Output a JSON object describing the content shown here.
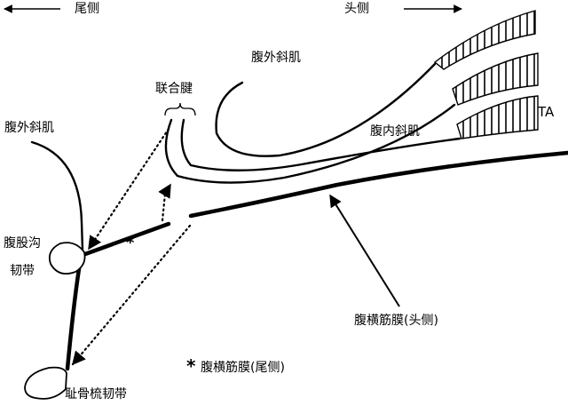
{
  "directions": {
    "caudal": "尾侧",
    "cranial": "头侧"
  },
  "labels": {
    "conjoint_tendon": "联合腱",
    "external_oblique_upper": "腹外斜肌",
    "external_oblique_left": "腹外斜肌",
    "internal_oblique": "腹内斜肌",
    "transversus_abdominis": "TA",
    "inguinal_ligament_line1": "腹股沟",
    "inguinal_ligament_line2": "韧带",
    "pectineal_ligament": "耻骨梳韧带",
    "transversalis_fascia_cranial": "腹横筋膜(头侧)",
    "transversalis_fascia_caudal": "腹横筋膜(尾侧)",
    "asterisk": "*",
    "legend_asterisk": "*"
  },
  "colors": {
    "ink": "#000000",
    "background": "#ffffff"
  }
}
